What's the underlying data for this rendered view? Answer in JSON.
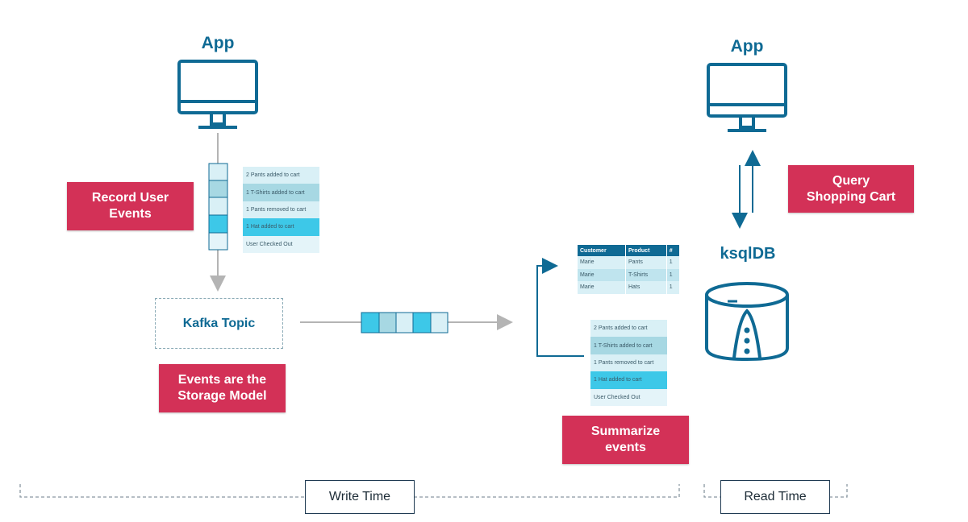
{
  "write_side": {
    "app_title": "App",
    "record_label": "Record User\nEvents",
    "kafka_topic_label": "Kafka Topic",
    "storage_label": "Events are the\nStorage Model",
    "events": [
      "2 Pants added to cart",
      "1 T-Shirts added to cart",
      "1 Pants removed to cart",
      "1 Hat added to cart",
      "User Checked Out"
    ]
  },
  "summary": {
    "label": "Summarize\nevents",
    "table_headers": [
      "Customer",
      "Product",
      "#"
    ],
    "table_rows": [
      [
        "Marie",
        "Pants",
        "1"
      ],
      [
        "Marie",
        "T-Shirts",
        "1"
      ],
      [
        "Marie",
        "Hats",
        "1"
      ]
    ],
    "events": [
      "2 Pants added to cart",
      "1 T-Shirts added to cart",
      "1 Pants removed to cart",
      "1 Hat added to cart",
      "User Checked Out"
    ]
  },
  "read_side": {
    "app_title": "App",
    "query_label": "Query\nShopping Cart",
    "db_label": "ksqlDB"
  },
  "timeline": {
    "write_label": "Write Time",
    "read_label": "Read Time"
  },
  "colors": {
    "brand_blue": "#0f6a94",
    "label_red": "#d33157",
    "queue_cyan": "#3dc8e8",
    "queue_light": "#d9f0f6",
    "connector_gray": "#b4b4b4"
  }
}
